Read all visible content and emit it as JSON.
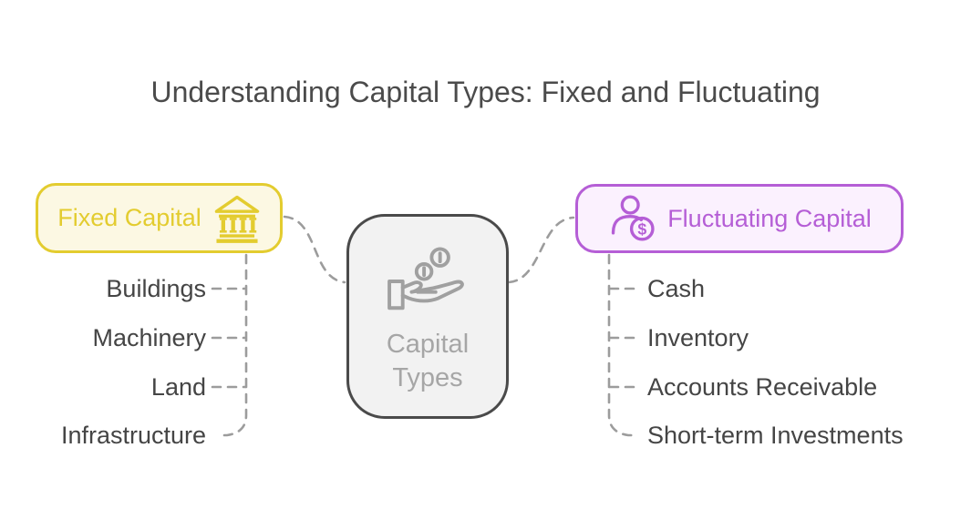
{
  "title": "Understanding Capital Types: Fixed and Fluctuating",
  "center_node": {
    "label": "Capital Types",
    "icon": "hand-receiving-coins-icon"
  },
  "fixed_capital": {
    "label": "Fixed Capital",
    "icon": "bank-icon",
    "items": [
      "Buildings",
      "Machinery",
      "Land",
      "Infrastructure"
    ]
  },
  "fluctuating_capital": {
    "label": "Fluctuating Capital",
    "icon": "person-with-dollar-icon",
    "items": [
      "Cash",
      "Inventory",
      "Accounts Receivable",
      "Short-term Investments"
    ]
  },
  "colors": {
    "fixed_accent": "#e3cc2f",
    "fixed_background": "#fcf8e3",
    "fluctuating_accent": "#b55ed6",
    "fluctuating_background": "#fbf1fe",
    "center_border": "#4a4a4a",
    "center_background": "#f2f2f2",
    "center_text": "#a6a6a6",
    "connector_gray": "#9c9c9c",
    "title_text": "#4b4b4b",
    "item_text": "#454545"
  }
}
